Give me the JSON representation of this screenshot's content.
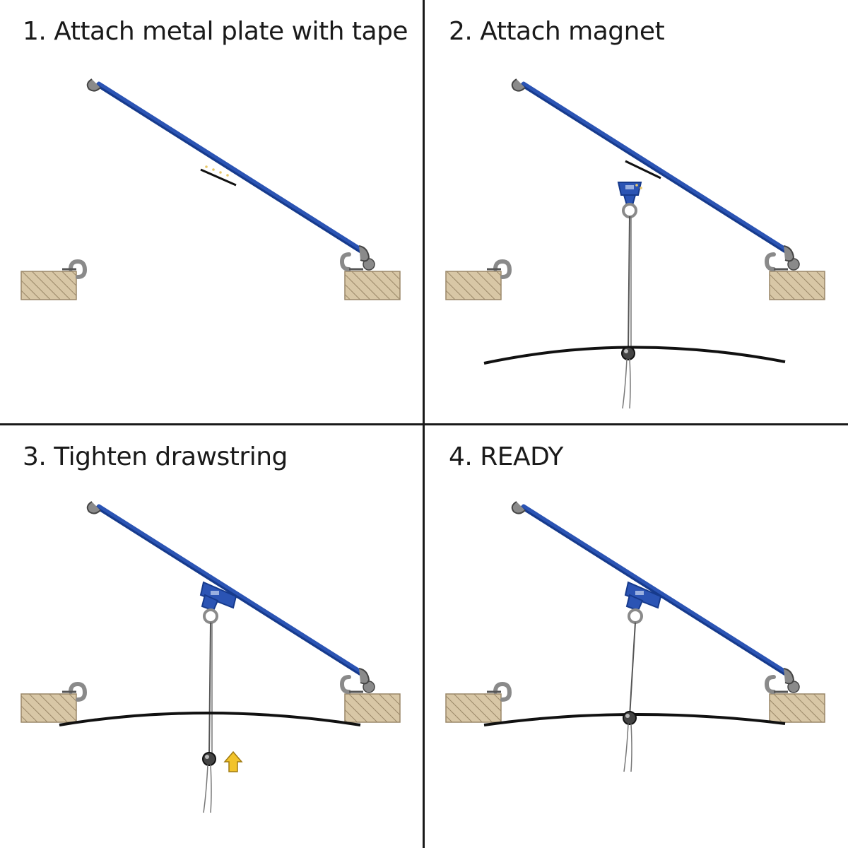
{
  "steps": [
    {
      "title": "1. Attach metal plate with tape"
    },
    {
      "title": "2. Attach magnet"
    },
    {
      "title": "3. Tighten drawstring"
    },
    {
      "title": "4. READY"
    }
  ],
  "colors": {
    "rod": "#2b54b4",
    "rod_dark": "#163a8c",
    "wood": "#d8c7a6",
    "hatch": "#9a8768",
    "hook": "#8a8a8a",
    "line": "#111111",
    "arrow": "#f2c32a",
    "tape": "#e8c86a"
  },
  "icons": [
    "hook-icon",
    "magnet-icon",
    "toggle-icon",
    "up-arrow-icon"
  ]
}
